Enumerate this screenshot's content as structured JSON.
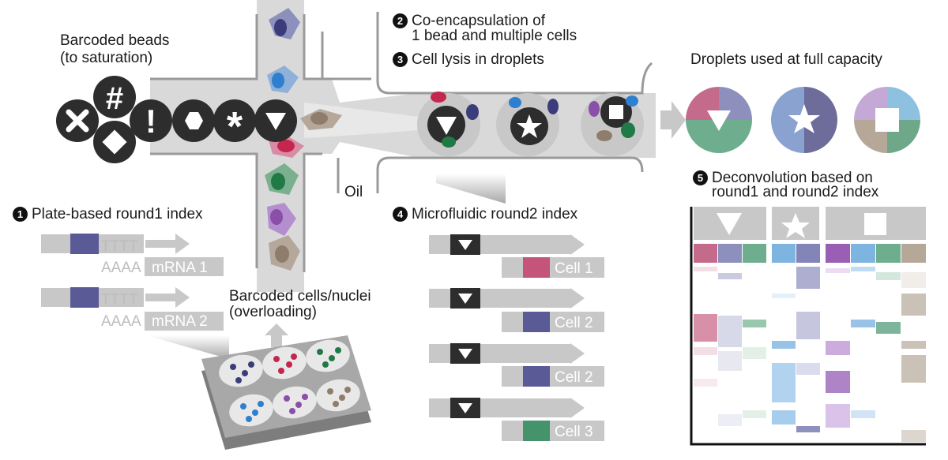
{
  "labels": {
    "barcoded_beads": "Barcoded beads",
    "to_saturation": "(to saturation)",
    "step2_line1": "Co-encapsulation of",
    "step2_line2": "1 bead and multiple cells",
    "step3": "Cell lysis in droplets",
    "droplets_full": "Droplets used at full capacity",
    "step1": "Plate-based round1 index",
    "oil": "Oil",
    "step4": "Microfluidic round2 index",
    "step5_line1": "Deconvolution based on",
    "step5_line2": "round1 and round2 index",
    "barcoded_cells": "Barcoded cells/nuclei",
    "overloading": "(overloading)"
  },
  "steps": [
    "1",
    "2",
    "3",
    "4",
    "5"
  ],
  "round1": {
    "tttt": "TTTT",
    "aaaa": "AAAA",
    "mrna1": "mRNA 1",
    "mrna2": "mRNA 2"
  },
  "round2": {
    "cells": [
      {
        "label": "Cell 1",
        "color": "#c4547a"
      },
      {
        "label": "Cell 2",
        "color": "#5a5b96"
      },
      {
        "label": "Cell 2",
        "color": "#5a5b96"
      },
      {
        "label": "Cell 3",
        "color": "#45936a"
      }
    ]
  },
  "bead_symbols": [
    "#",
    "!",
    "*"
  ],
  "colors": {
    "pink": "#c4547a",
    "purple": "#5a5b96",
    "green": "#45936a",
    "blue": "#3d8fd3",
    "violet": "#8a4fa8",
    "tan": "#9b8b7a",
    "grey_channel": "#d4d4d4",
    "dark_bead": "#2d2d2d"
  }
}
